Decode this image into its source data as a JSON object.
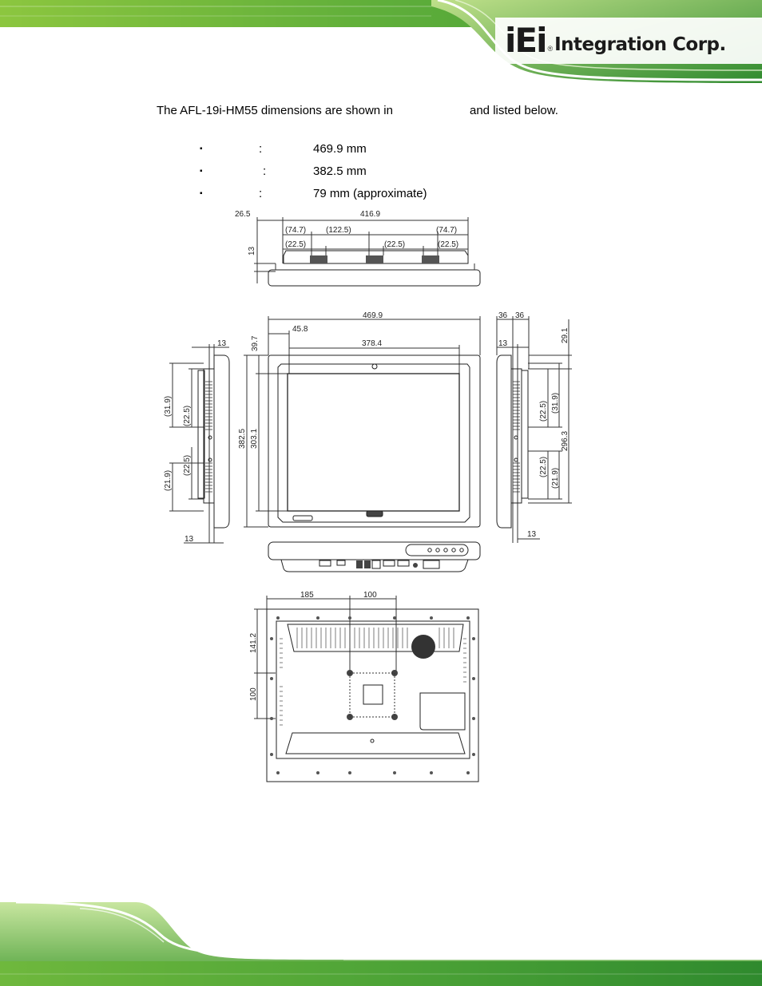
{
  "header": {
    "logo_mark": "iEi",
    "logo_registered": "®",
    "logo_wordmark": "Integration Corp."
  },
  "body": {
    "intro_before": "The AFL-19i-HM55 dimensions are shown in",
    "intro_after": "and listed below.",
    "specs": [
      {
        "label": "",
        "value": "469.9 mm"
      },
      {
        "label": "",
        "value": "382.5 mm"
      },
      {
        "label": "",
        "value": "79 mm (approximate)"
      }
    ],
    "spec_separator": ":",
    "bullet": "▪"
  },
  "drawing": {
    "top_view": {
      "overall": "416.9",
      "offset": "26.5",
      "d1": "(74.7)",
      "d2": "(122.5)",
      "d3": "(74.7)",
      "s1": "(22.5)",
      "s2": "(22.5)",
      "s3": "(22.5)",
      "h": "13"
    },
    "front_view": {
      "width": "469.9",
      "offset": "45.8",
      "screen_w": "378.4",
      "top": "39.7",
      "height": "382.5",
      "screen_h": "303.1"
    },
    "left_view": {
      "t_top": "13",
      "t_bottom": "13",
      "a": "(31.9)",
      "b": "(22.5)",
      "c": "(22.5)",
      "d": "(21.9)"
    },
    "right_view": {
      "w1": "36",
      "w2": "36",
      "t_top": "13",
      "t_bottom": "13",
      "h1": "29.1",
      "a": "(31.9)",
      "b": "(22.5)",
      "h2": "296.3",
      "c": "(22.5)",
      "d": "(21.9)"
    },
    "back_view": {
      "x1": "185",
      "x2": "100",
      "y1": "141.2",
      "y2": "100"
    }
  }
}
